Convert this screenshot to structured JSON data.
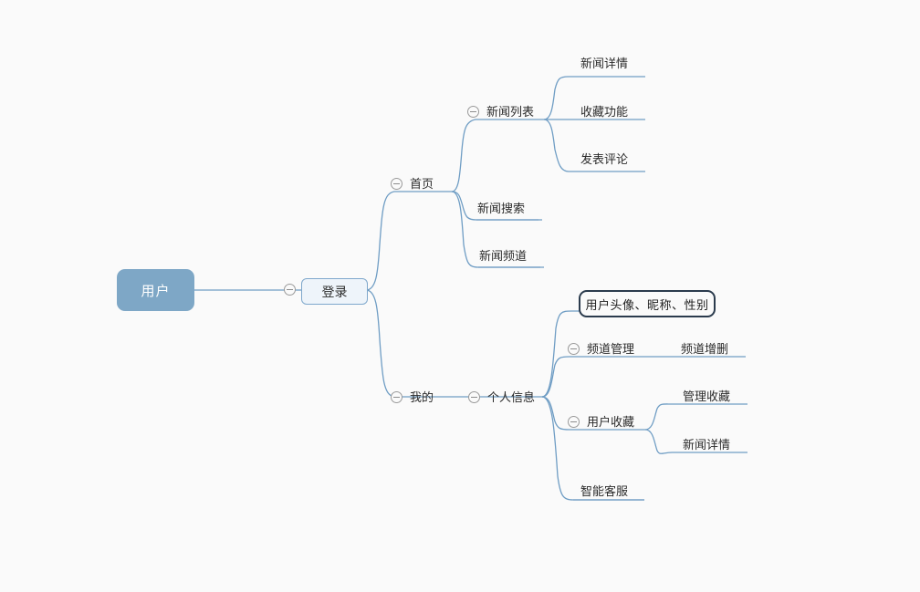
{
  "app": {
    "type": "mind-map",
    "background_color": "#fafafa",
    "link_color": "#6f9dc4",
    "root_fill": "#7ea7c6",
    "root_text_color": "#ffffff",
    "box_fill": "#eef4fa",
    "box_border": "#7fa8cc",
    "selected_border": "#2b3b4d",
    "text_color": "#2b2b2b",
    "toggle_icon": "collapse-minus-circle"
  },
  "nodes": {
    "root": {
      "label": "用户"
    },
    "login": {
      "label": "登录"
    },
    "home": {
      "label": "首页"
    },
    "news_list": {
      "label": "新闻列表"
    },
    "news_detail_1": {
      "label": "新闻详情"
    },
    "favorite_feature": {
      "label": "收藏功能"
    },
    "post_comment": {
      "label": "发表评论"
    },
    "news_search": {
      "label": "新闻搜索"
    },
    "news_channel": {
      "label": "新闻频道"
    },
    "mine": {
      "label": "我的"
    },
    "personal_info": {
      "label": "个人信息"
    },
    "avatar_nickname_gender": {
      "label": "用户头像、昵称、性别"
    },
    "channel_manage": {
      "label": "频道管理"
    },
    "channel_add_delete": {
      "label": "频道增删"
    },
    "user_favorites": {
      "label": "用户收藏"
    },
    "manage_favorites": {
      "label": "管理收藏"
    },
    "news_detail_2": {
      "label": "新闻详情"
    },
    "smart_service": {
      "label": "智能客服"
    }
  },
  "tree": {
    "label": "用户",
    "children": [
      {
        "label": "登录",
        "children": [
          {
            "label": "首页",
            "children": [
              {
                "label": "新闻列表",
                "children": [
                  {
                    "label": "新闻详情"
                  },
                  {
                    "label": "收藏功能"
                  },
                  {
                    "label": "发表评论"
                  }
                ]
              },
              {
                "label": "新闻搜索"
              },
              {
                "label": "新闻频道"
              }
            ]
          },
          {
            "label": "我的",
            "children": [
              {
                "label": "个人信息",
                "children": [
                  {
                    "label": "用户头像、昵称、性别",
                    "selected": true
                  },
                  {
                    "label": "频道管理",
                    "children": [
                      {
                        "label": "频道增删"
                      }
                    ]
                  },
                  {
                    "label": "用户收藏",
                    "children": [
                      {
                        "label": "管理收藏"
                      },
                      {
                        "label": "新闻详情"
                      }
                    ]
                  },
                  {
                    "label": "智能客服"
                  }
                ]
              }
            ]
          }
        ]
      }
    ]
  }
}
